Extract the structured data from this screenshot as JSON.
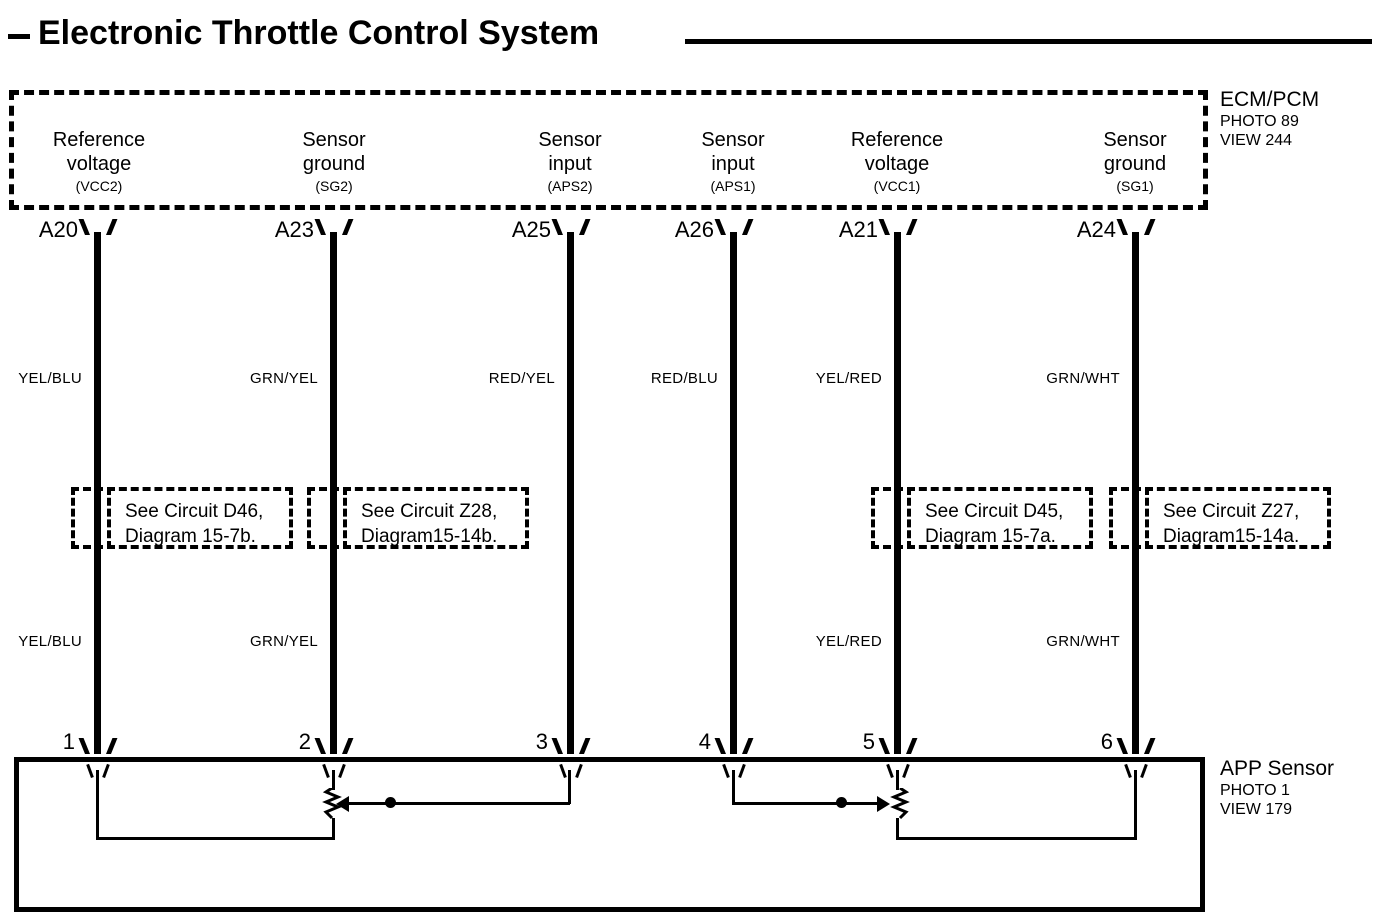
{
  "title": {
    "text": "Electronic Throttle Control System"
  },
  "ecm": {
    "caption_title": "ECM/PCM",
    "caption_photo": "PHOTO 89",
    "caption_view": "VIEW 244",
    "ports": [
      {
        "line1": "Reference",
        "line2": "voltage",
        "abbr": "(VCC2)",
        "pin": "A20"
      },
      {
        "line1": "Sensor",
        "line2": "ground",
        "abbr": "(SG2)",
        "pin": "A23"
      },
      {
        "line1": "Sensor",
        "line2": "input",
        "abbr": "(APS2)",
        "pin": "A25"
      },
      {
        "line1": "Sensor",
        "line2": "input",
        "abbr": "(APS1)",
        "pin": "A26"
      },
      {
        "line1": "Reference",
        "line2": "voltage",
        "abbr": "(VCC1)",
        "pin": "A21"
      },
      {
        "line1": "Sensor",
        "line2": "ground",
        "abbr": "(SG1)",
        "pin": "A24"
      }
    ]
  },
  "wires": {
    "upper_colors": [
      "YEL/BLU",
      "GRN/YEL",
      "RED/YEL",
      "RED/BLU",
      "YEL/RED",
      "GRN/WHT"
    ],
    "lower_colors": [
      "YEL/BLU",
      "GRN/YEL",
      "",
      "",
      "YEL/RED",
      "GRN/WHT"
    ]
  },
  "callouts": [
    {
      "line1": "See Circuit D46,",
      "line2": "Diagram 15-7b."
    },
    {
      "line1": "See Circuit Z28,",
      "line2": "Diagram15-14b."
    },
    {
      "line1": "See Circuit D45,",
      "line2": "Diagram 15-7a."
    },
    {
      "line1": "See Circuit Z27,",
      "line2": "Diagram15-14a."
    }
  ],
  "app_sensor": {
    "caption_title": "APP Sensor",
    "caption_photo": "PHOTO 1",
    "caption_view": "VIEW 179",
    "pins": [
      "1",
      "2",
      "3",
      "4",
      "5",
      "6"
    ]
  },
  "colors": {
    "ink": "#000000",
    "paper": "#ffffff"
  }
}
